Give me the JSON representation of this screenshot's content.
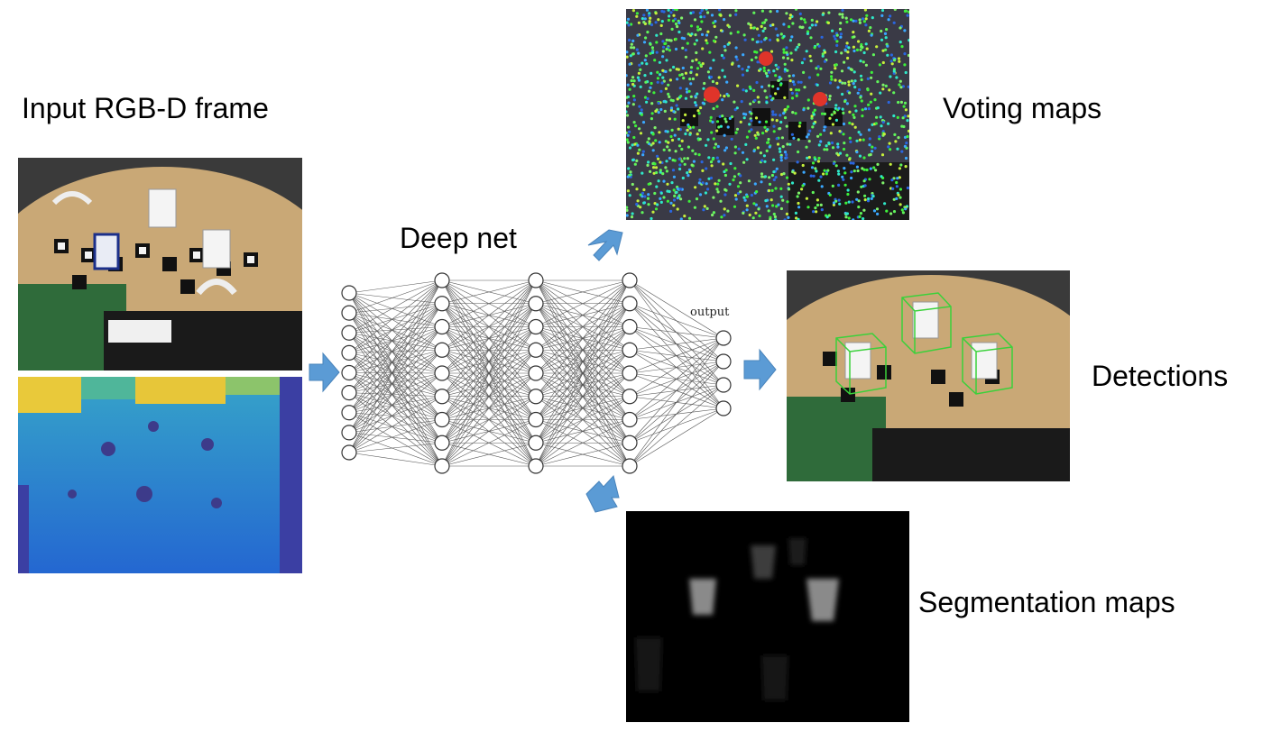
{
  "labels": {
    "input": "Input RGB-D frame",
    "deep_net": "Deep net",
    "voting": "Voting maps",
    "detections": "Detections",
    "segmentation": "Segmentation maps",
    "output": "output"
  },
  "network": {
    "layers": [
      9,
      9,
      9,
      9,
      4
    ]
  },
  "colors": {
    "arrow": "#5b9bd5",
    "arrow_stroke": "#4a84bb",
    "node_stroke": "#333333",
    "edge": "#555555",
    "depth_near": "#2a6fd6",
    "depth_far": "#f4d03f",
    "table": "#2d3a5c",
    "bg_black": "#000000"
  },
  "icons": [
    "right-arrow-icon",
    "diagonal-up-arrow-icon",
    "diagonal-down-arrow-icon"
  ]
}
